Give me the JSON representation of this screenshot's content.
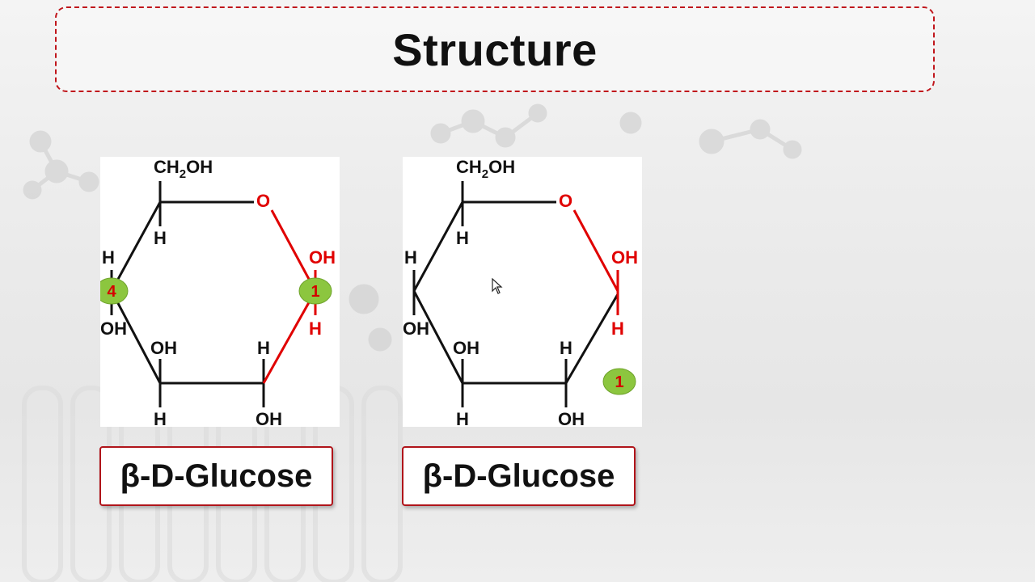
{
  "slide": {
    "title": "Structure"
  },
  "panels": [
    {
      "label": "β-D-Glucose",
      "atoms": {
        "ch2oh_ch": "CH",
        "ch2oh_sub": "2",
        "ch2oh_oh": "OH",
        "ring_o": "O",
        "c5_h": "H",
        "c4_h": "H",
        "c4_oh": "OH",
        "c1_oh": "OH",
        "c1_h": "H",
        "c3_oh": "OH",
        "c3_h": "H",
        "c2_h": "H",
        "c2_oh": "OH"
      },
      "badges": [
        "4",
        "1"
      ]
    },
    {
      "label": "β-D-Glucose",
      "atoms": {
        "ch2oh_ch": "CH",
        "ch2oh_sub": "2",
        "ch2oh_oh": "OH",
        "ring_o": "O",
        "c5_h": "H",
        "c4_h": "H",
        "c4_oh": "OH",
        "c1_oh": "OH",
        "c1_h": "H",
        "c3_oh": "OH",
        "c3_h": "H",
        "c2_h": "H",
        "c2_oh": "OH"
      },
      "badges": [
        "1"
      ]
    }
  ],
  "colors": {
    "accent": "#c0161c",
    "highlight_red": "#e00000",
    "badge_green": "#8cc63f"
  }
}
